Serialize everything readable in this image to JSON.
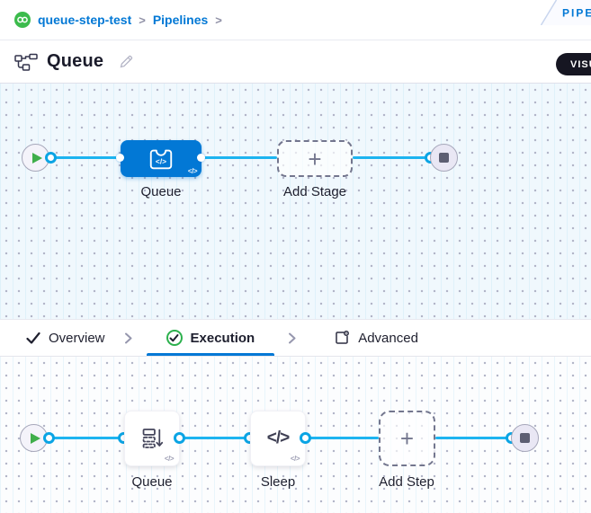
{
  "badges": {
    "studio_ribbon": "PIPE",
    "view_toggle": "VISUAL"
  },
  "breadcrumb": {
    "project": "queue-step-test",
    "section": "Pipelines",
    "separator": ">"
  },
  "titlebar": {
    "title": "Queue"
  },
  "tabs": [
    {
      "label": "Overview",
      "state": "done"
    },
    {
      "label": "Execution",
      "state": "active"
    },
    {
      "label": "Advanced",
      "state": "default"
    }
  ],
  "stage_pipeline": {
    "stage_label": "Queue",
    "add_stage_label": "Add Stage"
  },
  "execution_pipeline": {
    "step_queue_label": "Queue",
    "step_sleep_label": "Sleep",
    "add_step_label": "Add Step"
  },
  "glyphs": {
    "plus": "+",
    "code": "</>"
  },
  "colors": {
    "primary_blue": "#0278d5",
    "connector_cyan": "#1db4f0",
    "success_green": "#3cbb4c",
    "canvas_tint": "#f0f8fd",
    "dark_pill": "#161622"
  }
}
